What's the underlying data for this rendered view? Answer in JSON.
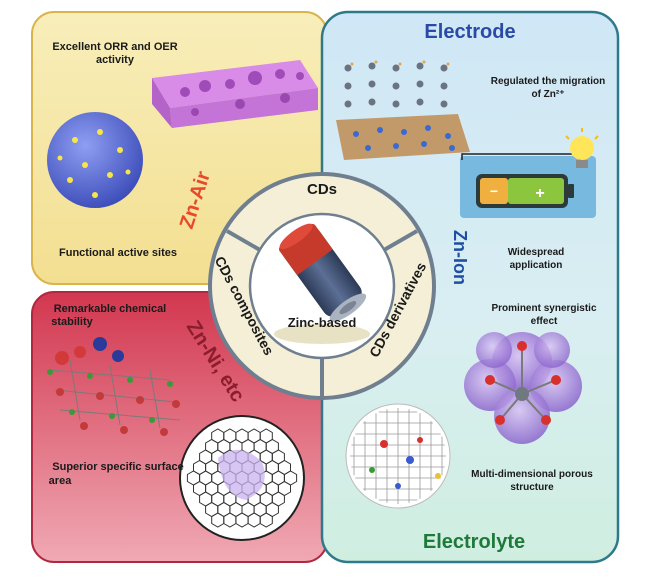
{
  "quadrants": {
    "zn_air": {
      "title": "Zn-Air",
      "title_color": "#e8492a",
      "bg": "#f6e7a6",
      "text_top_line1": "Excellent ORR and OER",
      "text_top_line2": "activity",
      "text_bottom": "Functional active sites"
    },
    "zn_ni": {
      "title": "Zn-Ni, etc",
      "title_color": "#8b1d2c",
      "bg": "#e98a98",
      "text_top_line1": "Remarkable chemical",
      "text_top_line2": "stability",
      "text_bottom_line1": "Superior specific surface",
      "text_bottom_line2": "area"
    },
    "zn_ion": {
      "title": "Zn-Ion",
      "title_color": "#1f4fa3",
      "electrode_heading": "Electrode",
      "electrolyte_heading": "Electrolyte",
      "electrode_color": "#2a4aa8",
      "electrolyte_color": "#1f7a3a",
      "text_migration_line1": "Regulated the migration",
      "text_migration_line2": "of Zn²⁺",
      "text_application_line1": "Widespread",
      "text_application_line2": "application",
      "text_synergy_line1": "Prominent synergistic",
      "text_synergy_line2": "effect",
      "text_porous_line1": "Multi-dimensional porous",
      "text_porous_line2": "structure"
    }
  },
  "center": {
    "segment_top": "CDs",
    "segment_left": "CDs composites",
    "segment_right": "CDs derivatives",
    "core_label": "Zinc-based"
  }
}
